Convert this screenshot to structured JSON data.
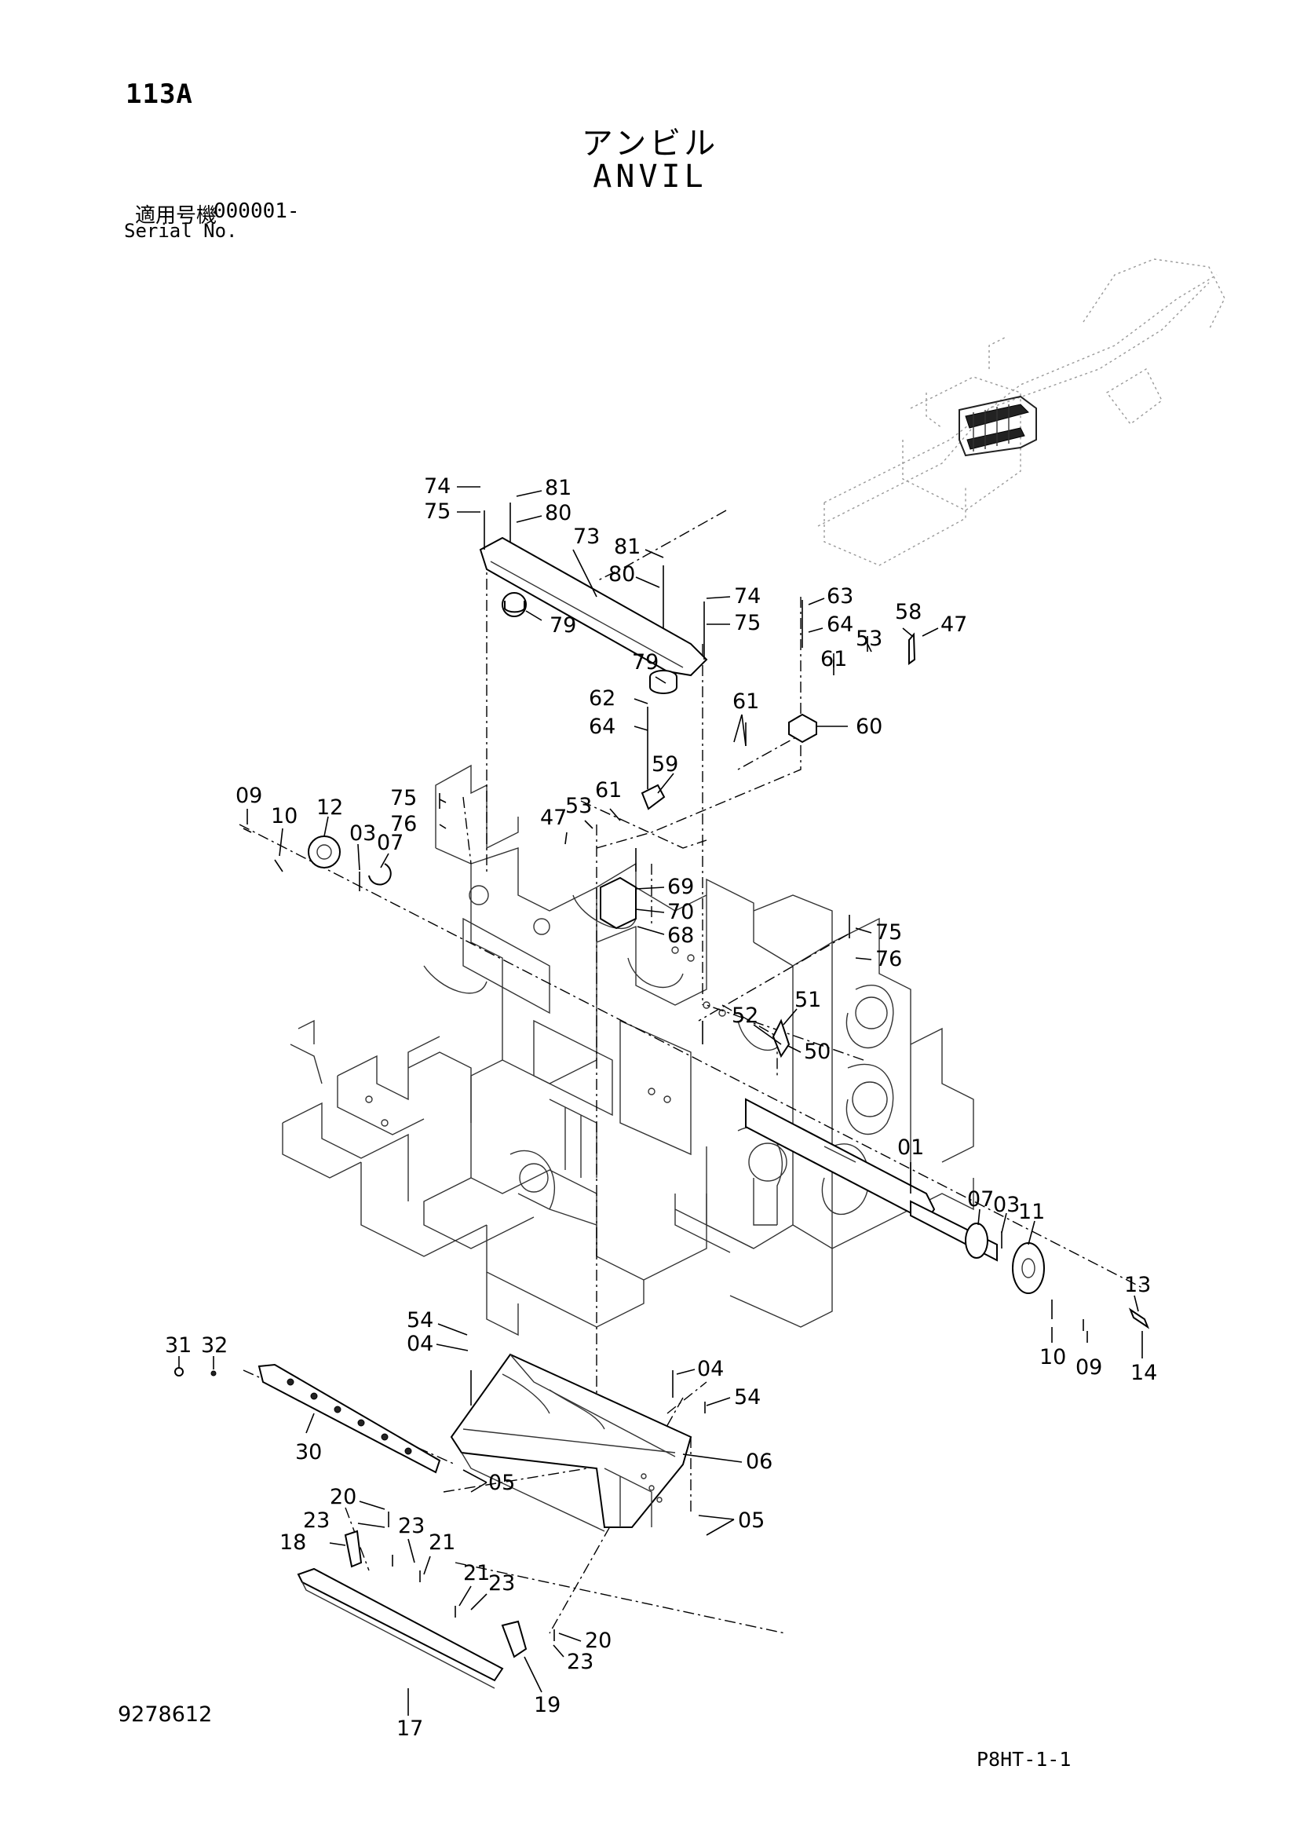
{
  "header": {
    "page_code": "113A",
    "title_jp": "アンビル",
    "title_en": "ANVIL",
    "serial_label_jp": "適用号機",
    "serial_number": "000001-",
    "serial_label_en": "Serial No."
  },
  "footer": {
    "document_number": "9278612",
    "page_code": "P8HT-1-1"
  },
  "callouts": [
    {
      "id": "c74a",
      "text": "74"
    },
    {
      "id": "c75a",
      "text": "75"
    },
    {
      "id": "c81a",
      "text": "81"
    },
    {
      "id": "c80a",
      "text": "80"
    },
    {
      "id": "c73",
      "text": "73"
    },
    {
      "id": "c81b",
      "text": "81"
    },
    {
      "id": "c80b",
      "text": "80"
    },
    {
      "id": "c79a",
      "text": "79"
    },
    {
      "id": "c74b",
      "text": "74"
    },
    {
      "id": "c75b",
      "text": "75"
    },
    {
      "id": "c63",
      "text": "63"
    },
    {
      "id": "c64a",
      "text": "64"
    },
    {
      "id": "c58",
      "text": "58"
    },
    {
      "id": "c47a",
      "text": "47"
    },
    {
      "id": "c53a",
      "text": "53"
    },
    {
      "id": "c61a",
      "text": "61"
    },
    {
      "id": "c79b",
      "text": "79"
    },
    {
      "id": "c62",
      "text": "62"
    },
    {
      "id": "c64b",
      "text": "64"
    },
    {
      "id": "c61b",
      "text": "61"
    },
    {
      "id": "c60",
      "text": "60"
    },
    {
      "id": "c59",
      "text": "59"
    },
    {
      "id": "c61c",
      "text": "61"
    },
    {
      "id": "c53b",
      "text": "53"
    },
    {
      "id": "c47b",
      "text": "47"
    },
    {
      "id": "c75c",
      "text": "75"
    },
    {
      "id": "c76a",
      "text": "76"
    },
    {
      "id": "c09a",
      "text": "09"
    },
    {
      "id": "c10a",
      "text": "10"
    },
    {
      "id": "c12",
      "text": "12"
    },
    {
      "id": "c03a",
      "text": "03"
    },
    {
      "id": "c07a",
      "text": "07"
    },
    {
      "id": "c69",
      "text": "69"
    },
    {
      "id": "c70",
      "text": "70"
    },
    {
      "id": "c68",
      "text": "68"
    },
    {
      "id": "c75d",
      "text": "75"
    },
    {
      "id": "c76b",
      "text": "76"
    },
    {
      "id": "c51",
      "text": "51"
    },
    {
      "id": "c52",
      "text": "52"
    },
    {
      "id": "c50",
      "text": "50"
    },
    {
      "id": "c01",
      "text": "01"
    },
    {
      "id": "c07b",
      "text": "07"
    },
    {
      "id": "c03b",
      "text": "03"
    },
    {
      "id": "c11",
      "text": "11"
    },
    {
      "id": "c13",
      "text": "13"
    },
    {
      "id": "c10b",
      "text": "10"
    },
    {
      "id": "c09b",
      "text": "09"
    },
    {
      "id": "c14",
      "text": "14"
    },
    {
      "id": "c54a",
      "text": "54"
    },
    {
      "id": "c04a",
      "text": "04"
    },
    {
      "id": "c31",
      "text": "31"
    },
    {
      "id": "c32",
      "text": "32"
    },
    {
      "id": "c04b",
      "text": "04"
    },
    {
      "id": "c54b",
      "text": "54"
    },
    {
      "id": "c30",
      "text": "30"
    },
    {
      "id": "c06",
      "text": "06"
    },
    {
      "id": "c05a",
      "text": "05"
    },
    {
      "id": "c05b",
      "text": "05"
    },
    {
      "id": "c20a",
      "text": "20"
    },
    {
      "id": "c23a",
      "text": "23"
    },
    {
      "id": "c23b",
      "text": "23"
    },
    {
      "id": "c21a",
      "text": "21"
    },
    {
      "id": "c18",
      "text": "18"
    },
    {
      "id": "c21b",
      "text": "21"
    },
    {
      "id": "c23c",
      "text": "23"
    },
    {
      "id": "c20b",
      "text": "20"
    },
    {
      "id": "c23d",
      "text": "23"
    },
    {
      "id": "c17",
      "text": "17"
    },
    {
      "id": "c19",
      "text": "19"
    }
  ]
}
